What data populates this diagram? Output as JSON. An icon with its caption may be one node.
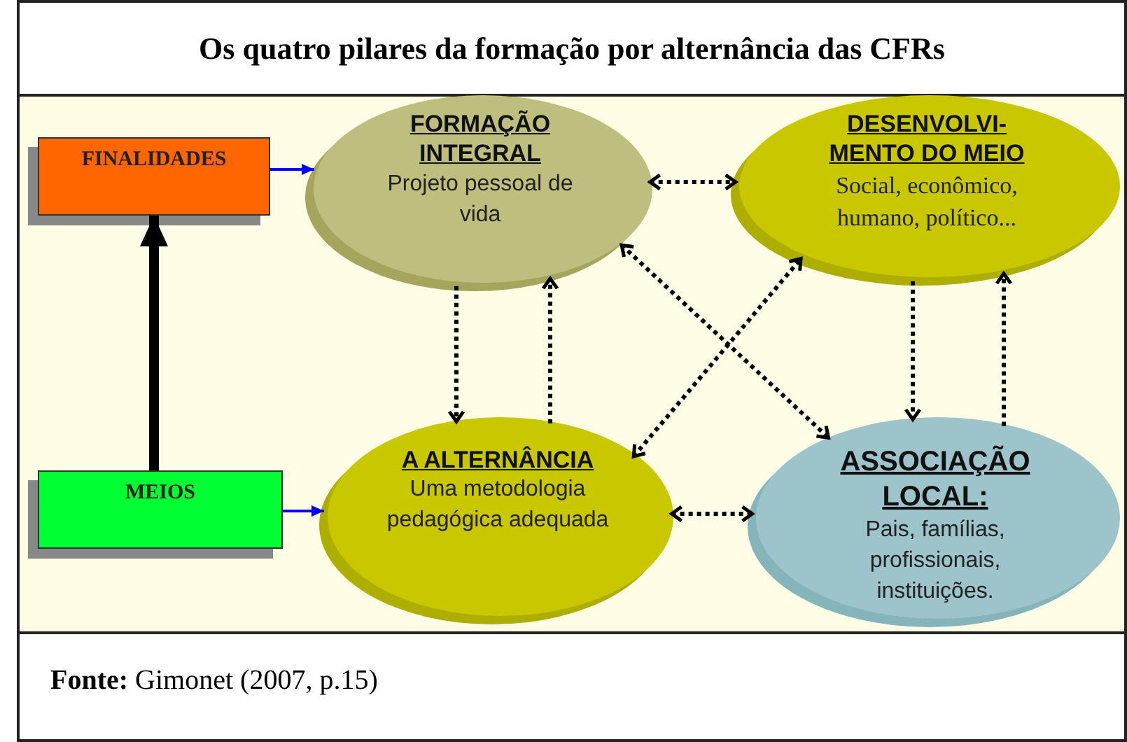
{
  "diagram": {
    "title": "Os quatro pilares da formação por alternância das CFRs",
    "caption": "**Fonte:** Gimonet (2007, p.15)",
    "nodes": [
      {
        "text": [
          "FINALIDADES"
        ]
      },
      {
        "text": [
          "MEIOS"
        ]
      },
      {
        "text": [
          "FORMAÇÃO INTEGRAL",
          "Projeto pessoal de vida"
        ]
      },
      {
        "text": [
          "DESENVOLVI- MENTO DO MEIO",
          "Social, econômico, humano, político..."
        ]
      },
      {
        "text": [
          "A ALTERNÂNCIA",
          "Uma metodologia pedagógica adequada"
        ]
      },
      {
        "text": [
          "ASSOCIAÇÃO LOCAL:",
          "Pais, famílias, profissionais, instituições."
        ]
      }
    ],
    "edges": [
      {
        "from": 0,
        "to": 2,
        "arrow": "to",
        "color": "#0000ff"
      },
      {
        "from": 1,
        "to": 4,
        "arrow": "to",
        "color": "#0000ff"
      },
      {
        "from": 1,
        "to": 0,
        "arrow": "to",
        "style": "thick"
      },
      {
        "from": 2,
        "to": 3,
        "arrow": "both",
        "style": "dashed"
      },
      {
        "from": 2,
        "to": 4,
        "arrow": "to",
        "style": "dashed"
      },
      {
        "from": 4,
        "to": 2,
        "arrow": "to",
        "style": "dashed"
      },
      {
        "from": 2,
        "to": 5,
        "arrow": "both",
        "style": "dashed"
      },
      {
        "from": 4,
        "to": 3,
        "arrow": "both",
        "style": "dashed"
      },
      {
        "from": 4,
        "to": 5,
        "arrow": "both",
        "style": "dashed"
      },
      {
        "from": 3,
        "to": 5,
        "arrow": "to",
        "style": "dashed"
      },
      {
        "from": 5,
        "to": 3,
        "arrow": "to",
        "style": "dashed"
      }
    ]
  }
}
